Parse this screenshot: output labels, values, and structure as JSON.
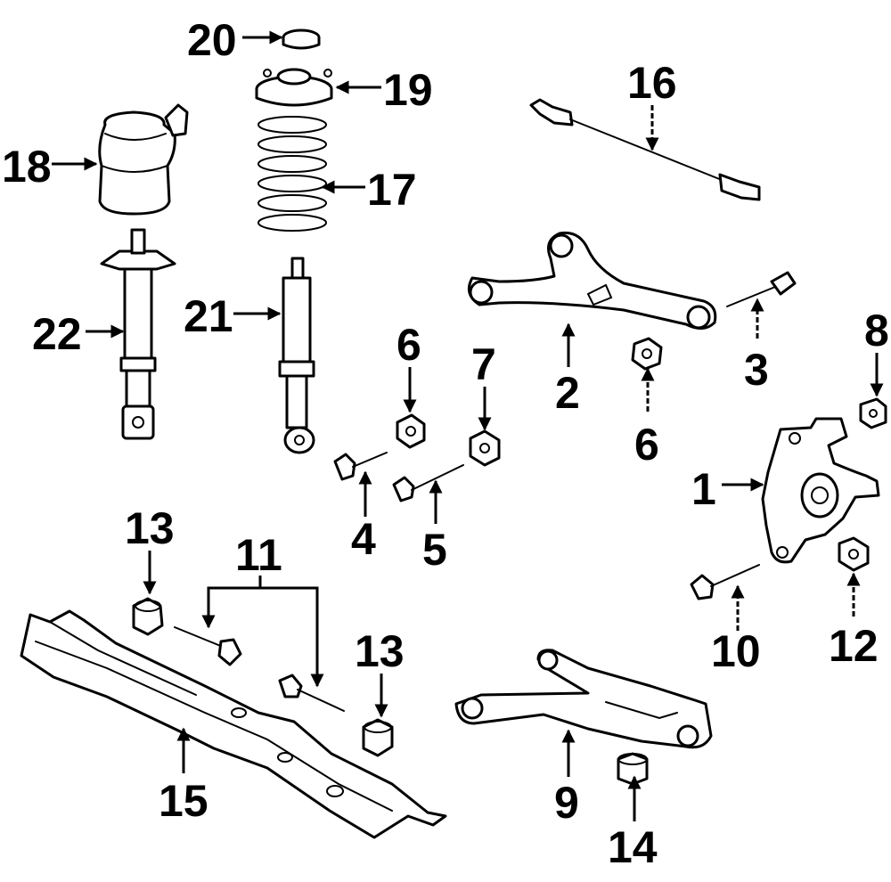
{
  "callouts": {
    "c1": "1",
    "c2": "2",
    "c3": "3",
    "c4": "4",
    "c5": "5",
    "c6a": "6",
    "c6b": "6",
    "c7": "7",
    "c8": "8",
    "c9": "9",
    "c10": "10",
    "c11": "11",
    "c12": "12",
    "c13a": "13",
    "c13b": "13",
    "c14": "14",
    "c15": "15",
    "c16": "16",
    "c17": "17",
    "c18": "18",
    "c19": "19",
    "c20": "20",
    "c21": "21",
    "c22": "22"
  }
}
